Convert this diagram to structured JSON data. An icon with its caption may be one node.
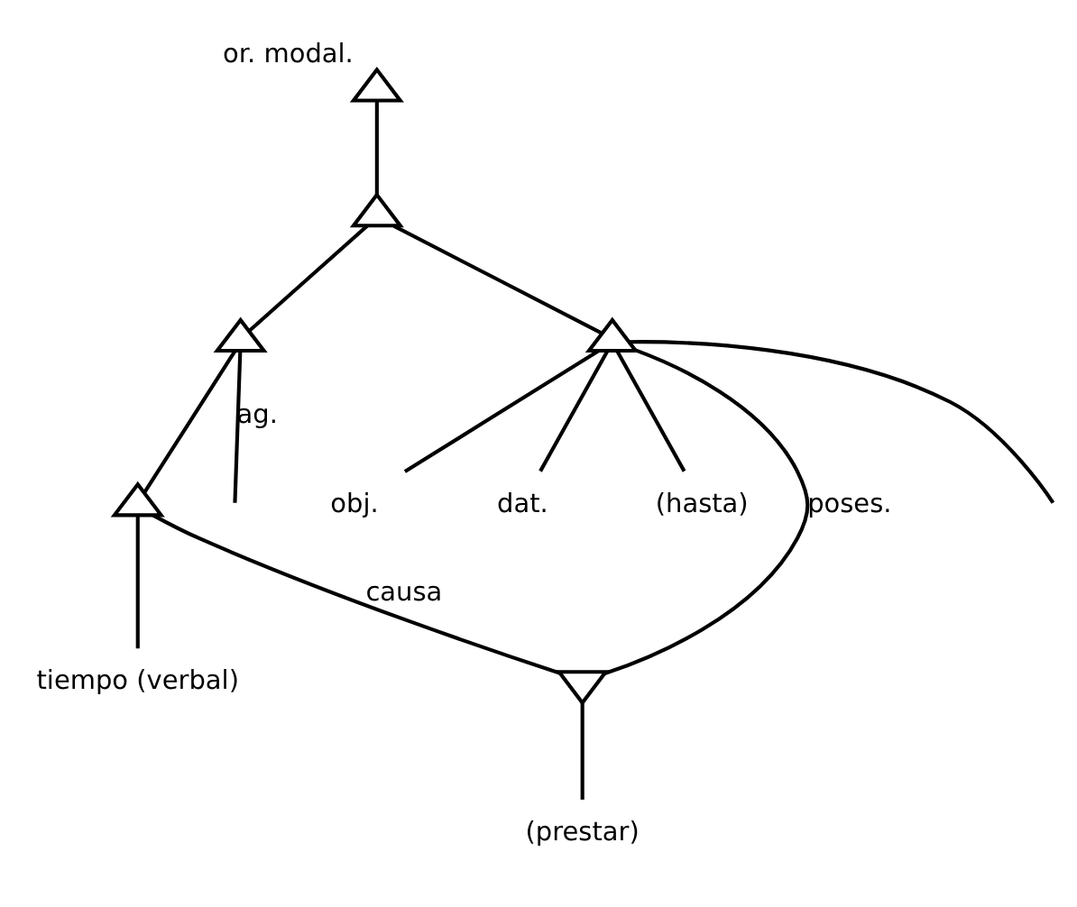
{
  "diagram": {
    "nodes": [
      {
        "text": [],
        "shape": "triangle",
        "beside": [
          "or. modal."
        ]
      },
      {
        "text": [],
        "shape": "triangle"
      },
      {
        "text": [],
        "shape": "triangle"
      },
      {
        "text": [],
        "shape": "triangle"
      },
      {
        "text": [],
        "shape": "triangle"
      },
      {
        "text": [
          "tiempo (verbal)"
        ]
      },
      {
        "text": [
          "obj."
        ]
      },
      {
        "text": [
          "dat."
        ]
      },
      {
        "text": [
          "(hasta)"
        ]
      },
      {
        "text": [],
        "shape": "triangle"
      },
      {
        "text": [
          "(prestar)"
        ]
      }
    ],
    "edges": [
      {
        "from": 0,
        "to": 1,
        "arrow": "none"
      },
      {
        "from": 1,
        "to": 2,
        "arrow": "none"
      },
      {
        "from": 1,
        "to": 3,
        "arrow": "none"
      },
      {
        "from": 2,
        "to": 4,
        "arrow": "none"
      },
      {
        "from": 2,
        "to": null,
        "arrow": "none",
        "label": "ag."
      },
      {
        "from": 3,
        "to": null,
        "arrow": "none"
      },
      {
        "from": 4,
        "to": 5,
        "arrow": "none"
      },
      {
        "from": 4,
        "to": 9,
        "arrow": "none",
        "label": "causa"
      },
      {
        "from": 3,
        "to": 9,
        "arrow": "none",
        "label": "poses."
      },
      {
        "from": 3,
        "to": 6,
        "arrow": "none"
      },
      {
        "from": 3,
        "to": 7,
        "arrow": "none"
      },
      {
        "from": 3,
        "to": 8,
        "arrow": "none"
      },
      {
        "from": 9,
        "to": 10,
        "arrow": "none"
      }
    ]
  }
}
